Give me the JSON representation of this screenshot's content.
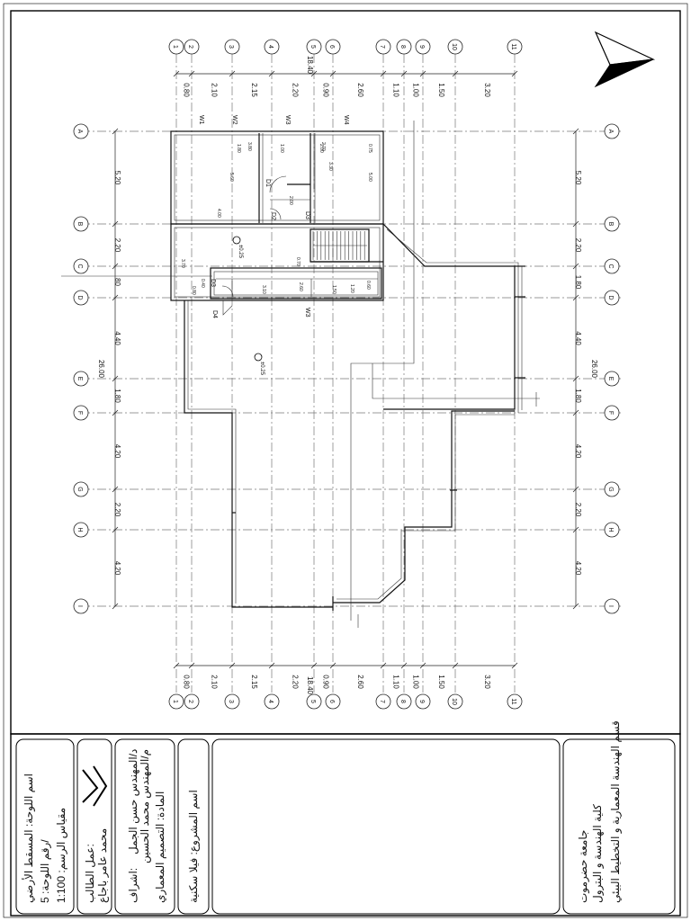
{
  "grid": {
    "columns": [
      "1",
      "2",
      "3",
      "4",
      "5",
      "6",
      "7",
      "8",
      "9",
      "10",
      "11"
    ],
    "rows": [
      "A",
      "B",
      "C",
      "D",
      "E",
      "F",
      "G",
      "H",
      "I"
    ]
  },
  "dimensions": {
    "columns": [
      "0.80",
      "2.10",
      "2.15",
      "2.20",
      "0.90",
      "2.60",
      "1.10",
      "1.00",
      "1.50",
      "3.20"
    ],
    "total_width": "18.40",
    "rows": [
      "5.20",
      "2.20",
      "1.80",
      "4.40",
      "1.80",
      "4.20",
      "2.20",
      "4.20"
    ],
    "rows_alt": [
      "5.20",
      "2.20",
      "80",
      "4.40",
      "1.80",
      "4.20",
      "2.20",
      "4.20"
    ],
    "total_height": "26.00"
  },
  "plan_labels": {
    "doors": [
      "D1",
      "D2",
      "D3",
      "D3",
      "D4"
    ],
    "windows": [
      "W1",
      "W2",
      "W3",
      "W4",
      "W3"
    ],
    "levels": [
      "±0.25",
      "±0.25"
    ],
    "room_dims": [
      "5.60",
      "4.00",
      "3.80",
      "2.00",
      "1.80",
      "1.00",
      "2.70",
      "3.30",
      "5.00",
      "0.75",
      "2.00",
      "3.10",
      "1.50",
      "0.80",
      "3.70",
      "2.60",
      "0.70",
      "0.60",
      "0.40",
      "1.20"
    ]
  },
  "title_block": {
    "university": "جامعة حضرموت",
    "college": "كلية الهندسة و البترول",
    "department": "قسم الهندسة المعمارية و التخطيط البيئي",
    "project_label": "اسم المشروع: فيلا سكنية",
    "supervisor_label": "اشراف:",
    "supervisors": [
      "د/المهندس حسن الجمل",
      "م/المهندس محمد الحسين"
    ],
    "course": "المادة: التصميم المعماري",
    "prepared_label": "عمل الطالب:",
    "student": "محمد عامر باجاع",
    "sheet_name": "اسم اللوحة: المسقط الأرضي",
    "sheet_number": "رقم اللوحة: 5/",
    "scale": "مقياس الرسم: 1:100"
  }
}
